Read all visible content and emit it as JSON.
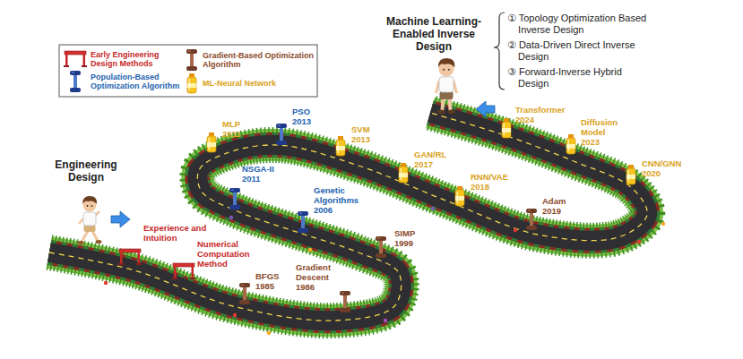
{
  "diagram": {
    "labels": [
      "Engineering Design",
      "Machine Learning-Enabled Inverse Design",
      "① Topology Optimization Based Inverse Design",
      "② Data-Driven Direct Inverse Design",
      "③ Forward-Inverse Hybrid Design",
      "Experience and Intuition",
      "Numerical Computation Method",
      "BFGS",
      "1985",
      "Gradient Descent",
      "1986",
      "SIMP",
      "1999",
      "Genetic Algorithms",
      "2006",
      "NSGA-II",
      "2011",
      "MLP",
      "2011",
      "PSO",
      "2013",
      "SVM",
      "2013",
      "GAN/RL",
      "2017",
      "RNN/VAE",
      "2018",
      "Adam",
      "2019",
      "CNN/GNN",
      "2020",
      "Diffusion Model",
      "2023",
      "Transformer",
      "2024"
    ],
    "legend": [
      {
        "text": "Early Engineering Design Methods"
      },
      {
        "text": "Gradient-Based Optimization Algorithm"
      },
      {
        "text": "Population-Based Optimization Algorithm"
      },
      {
        "text": "ML-Neural Network"
      }
    ]
  }
}
